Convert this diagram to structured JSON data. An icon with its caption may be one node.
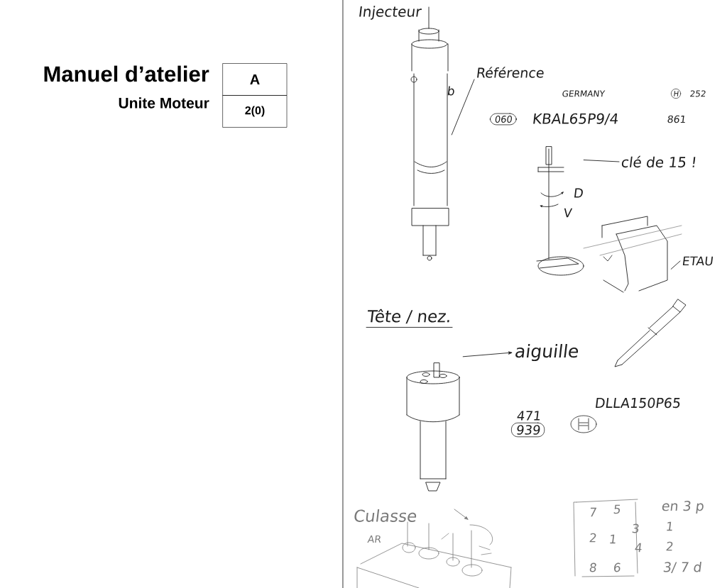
{
  "diagram": {
    "title": "Manuel d’atelier",
    "nodes": [
      {
        "text": [
          "A"
        ]
      },
      {
        "text": [
          "2(0)"
        ]
      },
      {
        "text": [],
        "shape": "picture"
      },
      {
        "text": [
          "Référence"
        ]
      },
      {
        "text": [],
        "shape": "picture"
      },
      {
        "text": [
          "clé de 15 !"
        ]
      },
      {
        "text": [],
        "shape": "picture"
      },
      {
        "text": [
          "ETAU"
        ]
      },
      {
        "text": [],
        "shape": "picture"
      },
      {
        "text": [
          "aiguille"
        ]
      },
      {
        "text": [],
        "shape": "picture"
      }
    ],
    "edges": [
      {
        "from": 3,
        "to": 2,
        "arrow": "none"
      },
      {
        "from": 5,
        "to": 4,
        "arrow": "none"
      },
      {
        "from": 7,
        "to": 6,
        "arrow": "none"
      },
      {
        "from": 8,
        "to": 9,
        "arrow": "to"
      },
      {
        "from": null,
        "to": 10,
        "arrow": "to",
        "color": "#7a7a7a"
      }
    ],
    "labels": [
      "Unite Moteur",
      "Injecteur",
      "b",
      "GERMANY",
      "H",
      "252",
      "060",
      "KBAL65P9/4",
      "861",
      "D",
      "V",
      "Tête / nez.",
      "471",
      "939",
      "DLLA150P65",
      "Culasse",
      "AR",
      "7",
      "5",
      "2",
      "1",
      "3",
      "4",
      "8",
      "6",
      "en 3 p",
      "1",
      "2",
      "3/ 7 d"
    ]
  }
}
